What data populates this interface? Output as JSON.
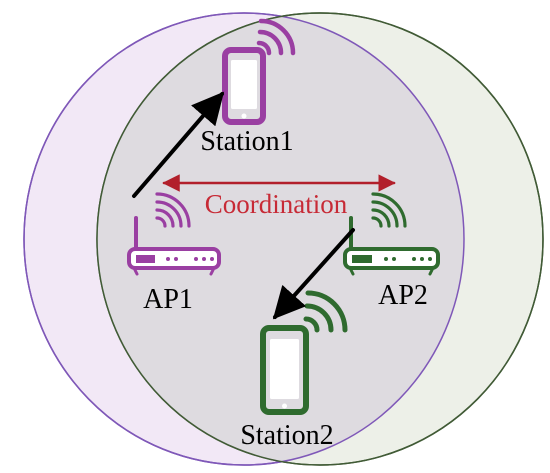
{
  "labels": {
    "station1": "Station1",
    "station2": "Station2",
    "ap1": "AP1",
    "ap2": "AP2",
    "coordination": "Coordination"
  },
  "colors": {
    "purple_fill": "#f2e8f6",
    "purple_stroke": "#7f58b8",
    "green_fill": "#edf0e8",
    "green_stroke": "#415b36",
    "overlap_fill": "#dedbe0",
    "purple_device": "#9a3fa2",
    "green_device": "#2f6b2f",
    "coordination_text": "#c72a36",
    "coordination_arrow": "#b21f2b",
    "black_arrow": "#000000"
  },
  "icons": {
    "ap1": "router-icon",
    "ap2": "router-icon",
    "station1": "phone-icon",
    "station2": "phone-icon"
  }
}
